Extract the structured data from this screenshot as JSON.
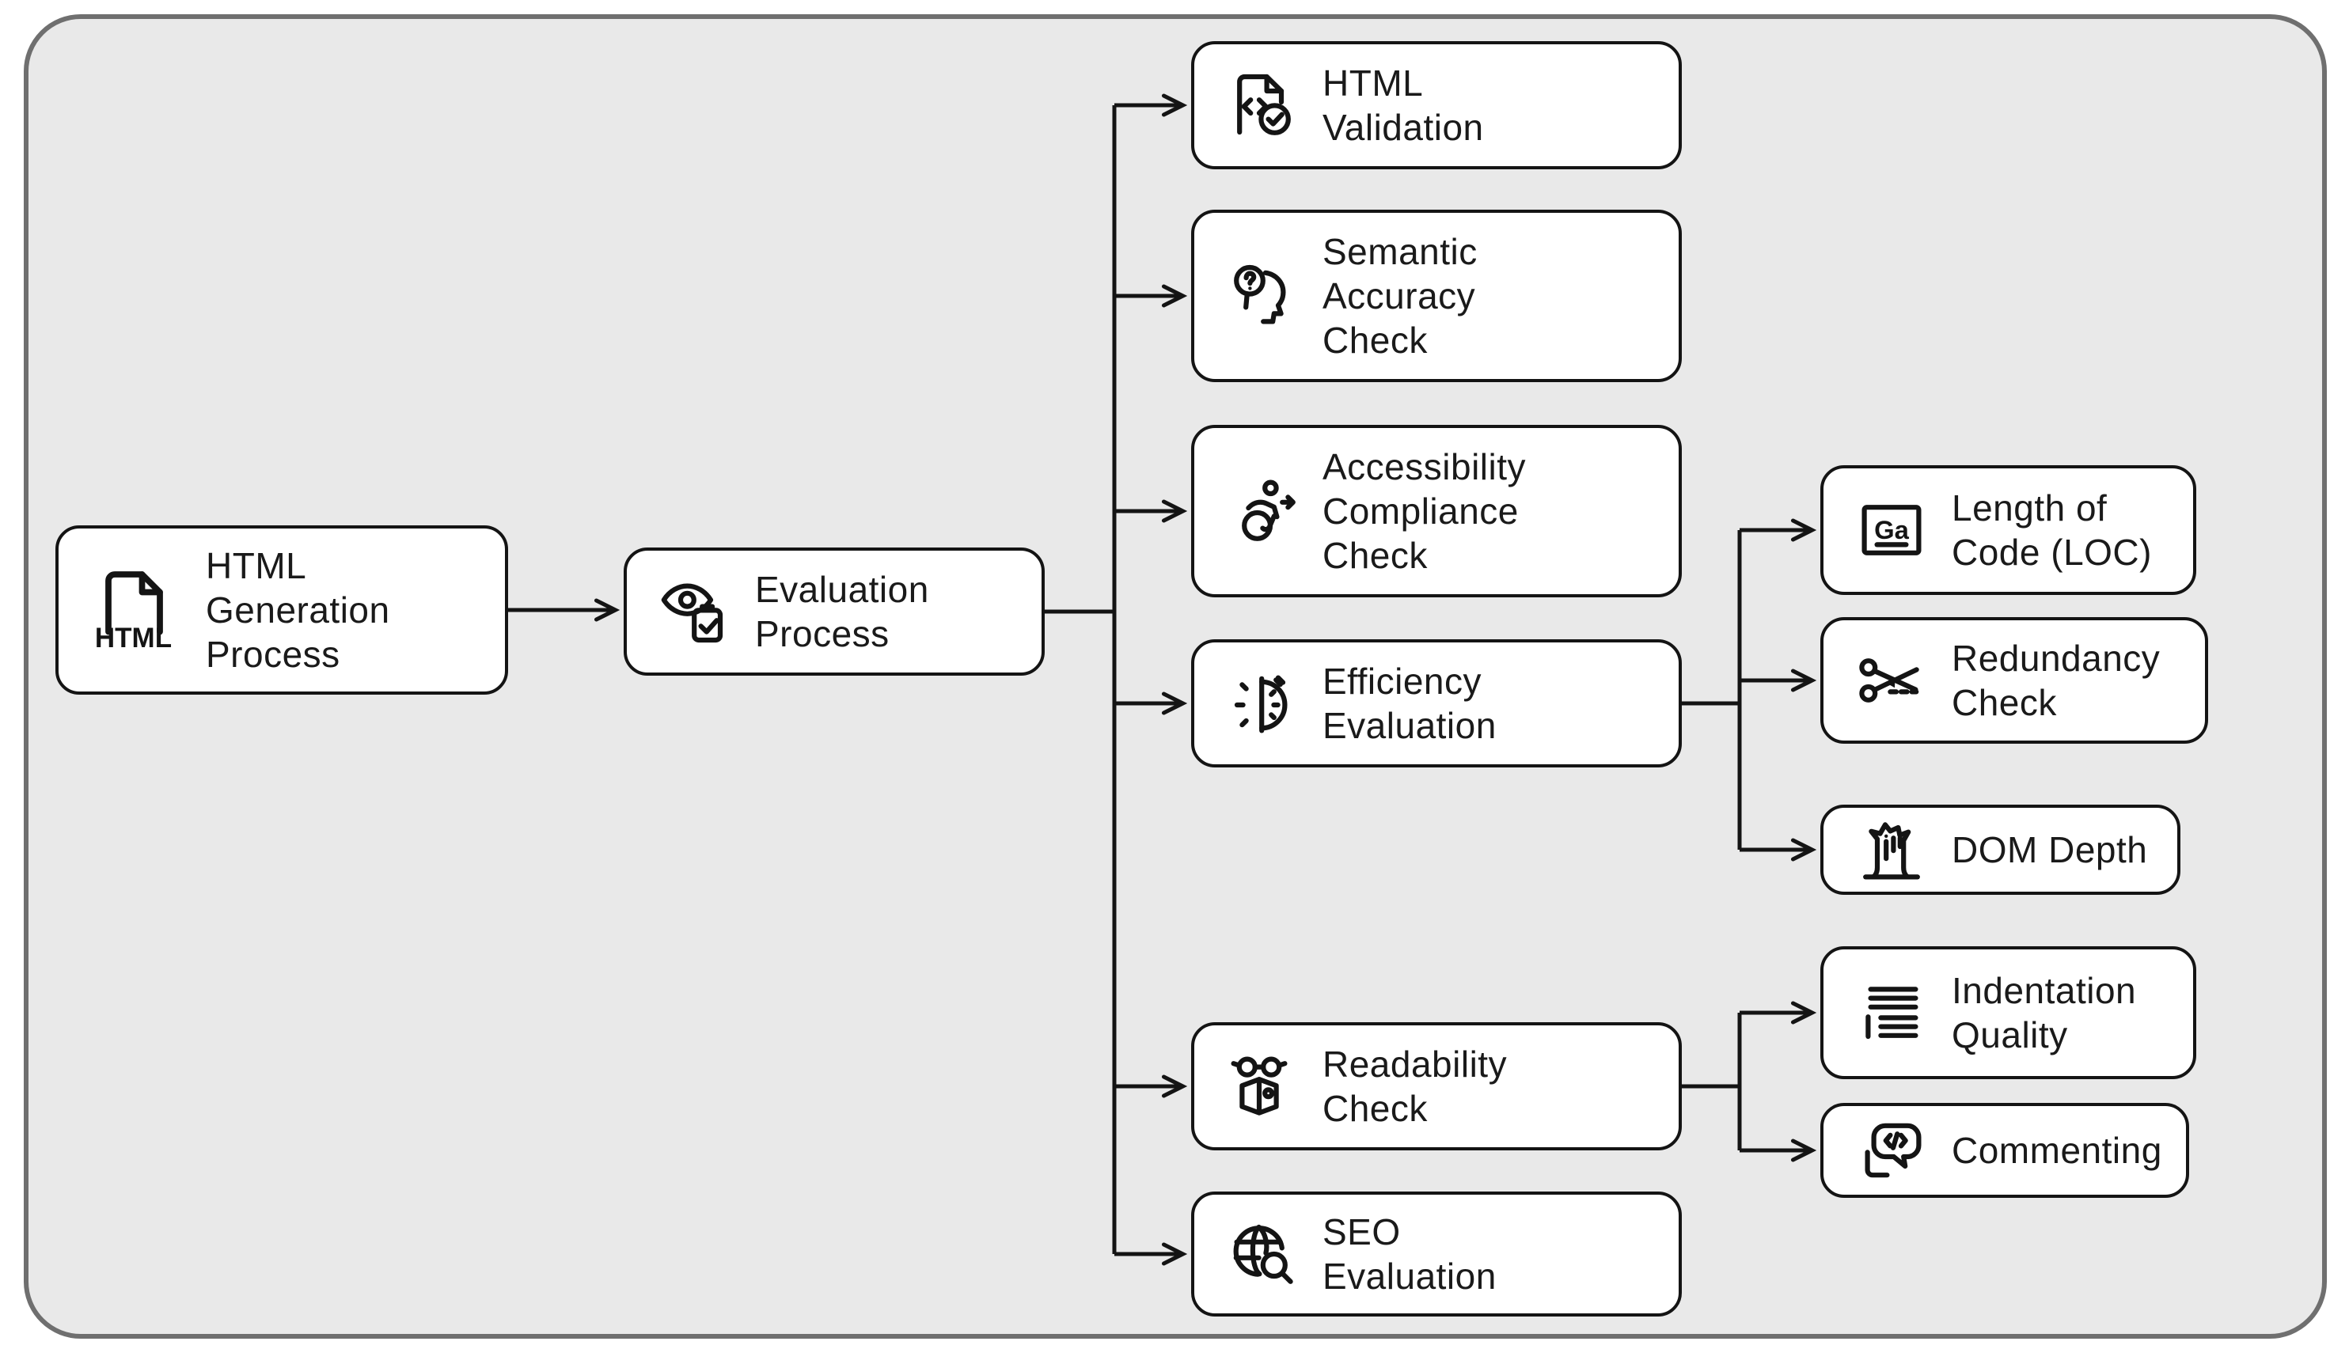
{
  "diagram": {
    "type": "flowchart",
    "direction": "left-to-right",
    "colors": {
      "canvas_background": "#e9e9e9",
      "frame_border": "#6f6f6f",
      "node_background": "#ffffff",
      "node_border": "#141414",
      "connector": "#141414",
      "text": "#1a1a1a"
    },
    "nodes": [
      {
        "id": "html-generation-process",
        "label": "HTML\nGeneration\nProcess",
        "icon": "html-file-icon"
      },
      {
        "id": "evaluation-process",
        "label": "Evaluation\nProcess",
        "icon": "eye-checklist-icon"
      },
      {
        "id": "html-validation",
        "label": "HTML\nValidation",
        "icon": "code-file-check-icon"
      },
      {
        "id": "semantic-accuracy-check",
        "label": "Semantic\nAccuracy\nCheck",
        "icon": "head-question-icon"
      },
      {
        "id": "accessibility-compliance-check",
        "label": "Accessibility\nCompliance\nCheck",
        "icon": "wheelchair-arrow-icon"
      },
      {
        "id": "efficiency-evaluation",
        "label": "Efficiency\nEvaluation",
        "icon": "stopwatch-half-icon"
      },
      {
        "id": "readability-check",
        "label": "Readability\nCheck",
        "icon": "glasses-book-icon"
      },
      {
        "id": "seo-evaluation",
        "label": "SEO\nEvaluation",
        "icon": "globe-search-icon"
      },
      {
        "id": "length-of-code",
        "label": "Length of\nCode (LOC)",
        "icon": "ga-measure-box-icon"
      },
      {
        "id": "redundancy-check",
        "label": "Redundancy\nCheck",
        "icon": "scissors-icon"
      },
      {
        "id": "dom-depth",
        "label": "DOM Depth",
        "icon": "tree-stump-icon"
      },
      {
        "id": "indentation-quality",
        "label": "Indentation\nQuality",
        "icon": "indent-lines-icon"
      },
      {
        "id": "commenting",
        "label": "Commenting",
        "icon": "comment-code-bubble-icon"
      }
    ],
    "edges": [
      {
        "from": "html-generation-process",
        "to": "evaluation-process"
      },
      {
        "from": "evaluation-process",
        "to": "html-validation"
      },
      {
        "from": "evaluation-process",
        "to": "semantic-accuracy-check"
      },
      {
        "from": "evaluation-process",
        "to": "accessibility-compliance-check"
      },
      {
        "from": "evaluation-process",
        "to": "efficiency-evaluation"
      },
      {
        "from": "evaluation-process",
        "to": "readability-check"
      },
      {
        "from": "evaluation-process",
        "to": "seo-evaluation"
      },
      {
        "from": "efficiency-evaluation",
        "to": "length-of-code"
      },
      {
        "from": "efficiency-evaluation",
        "to": "redundancy-check"
      },
      {
        "from": "efficiency-evaluation",
        "to": "dom-depth"
      },
      {
        "from": "readability-check",
        "to": "indentation-quality"
      },
      {
        "from": "readability-check",
        "to": "commenting"
      }
    ]
  }
}
